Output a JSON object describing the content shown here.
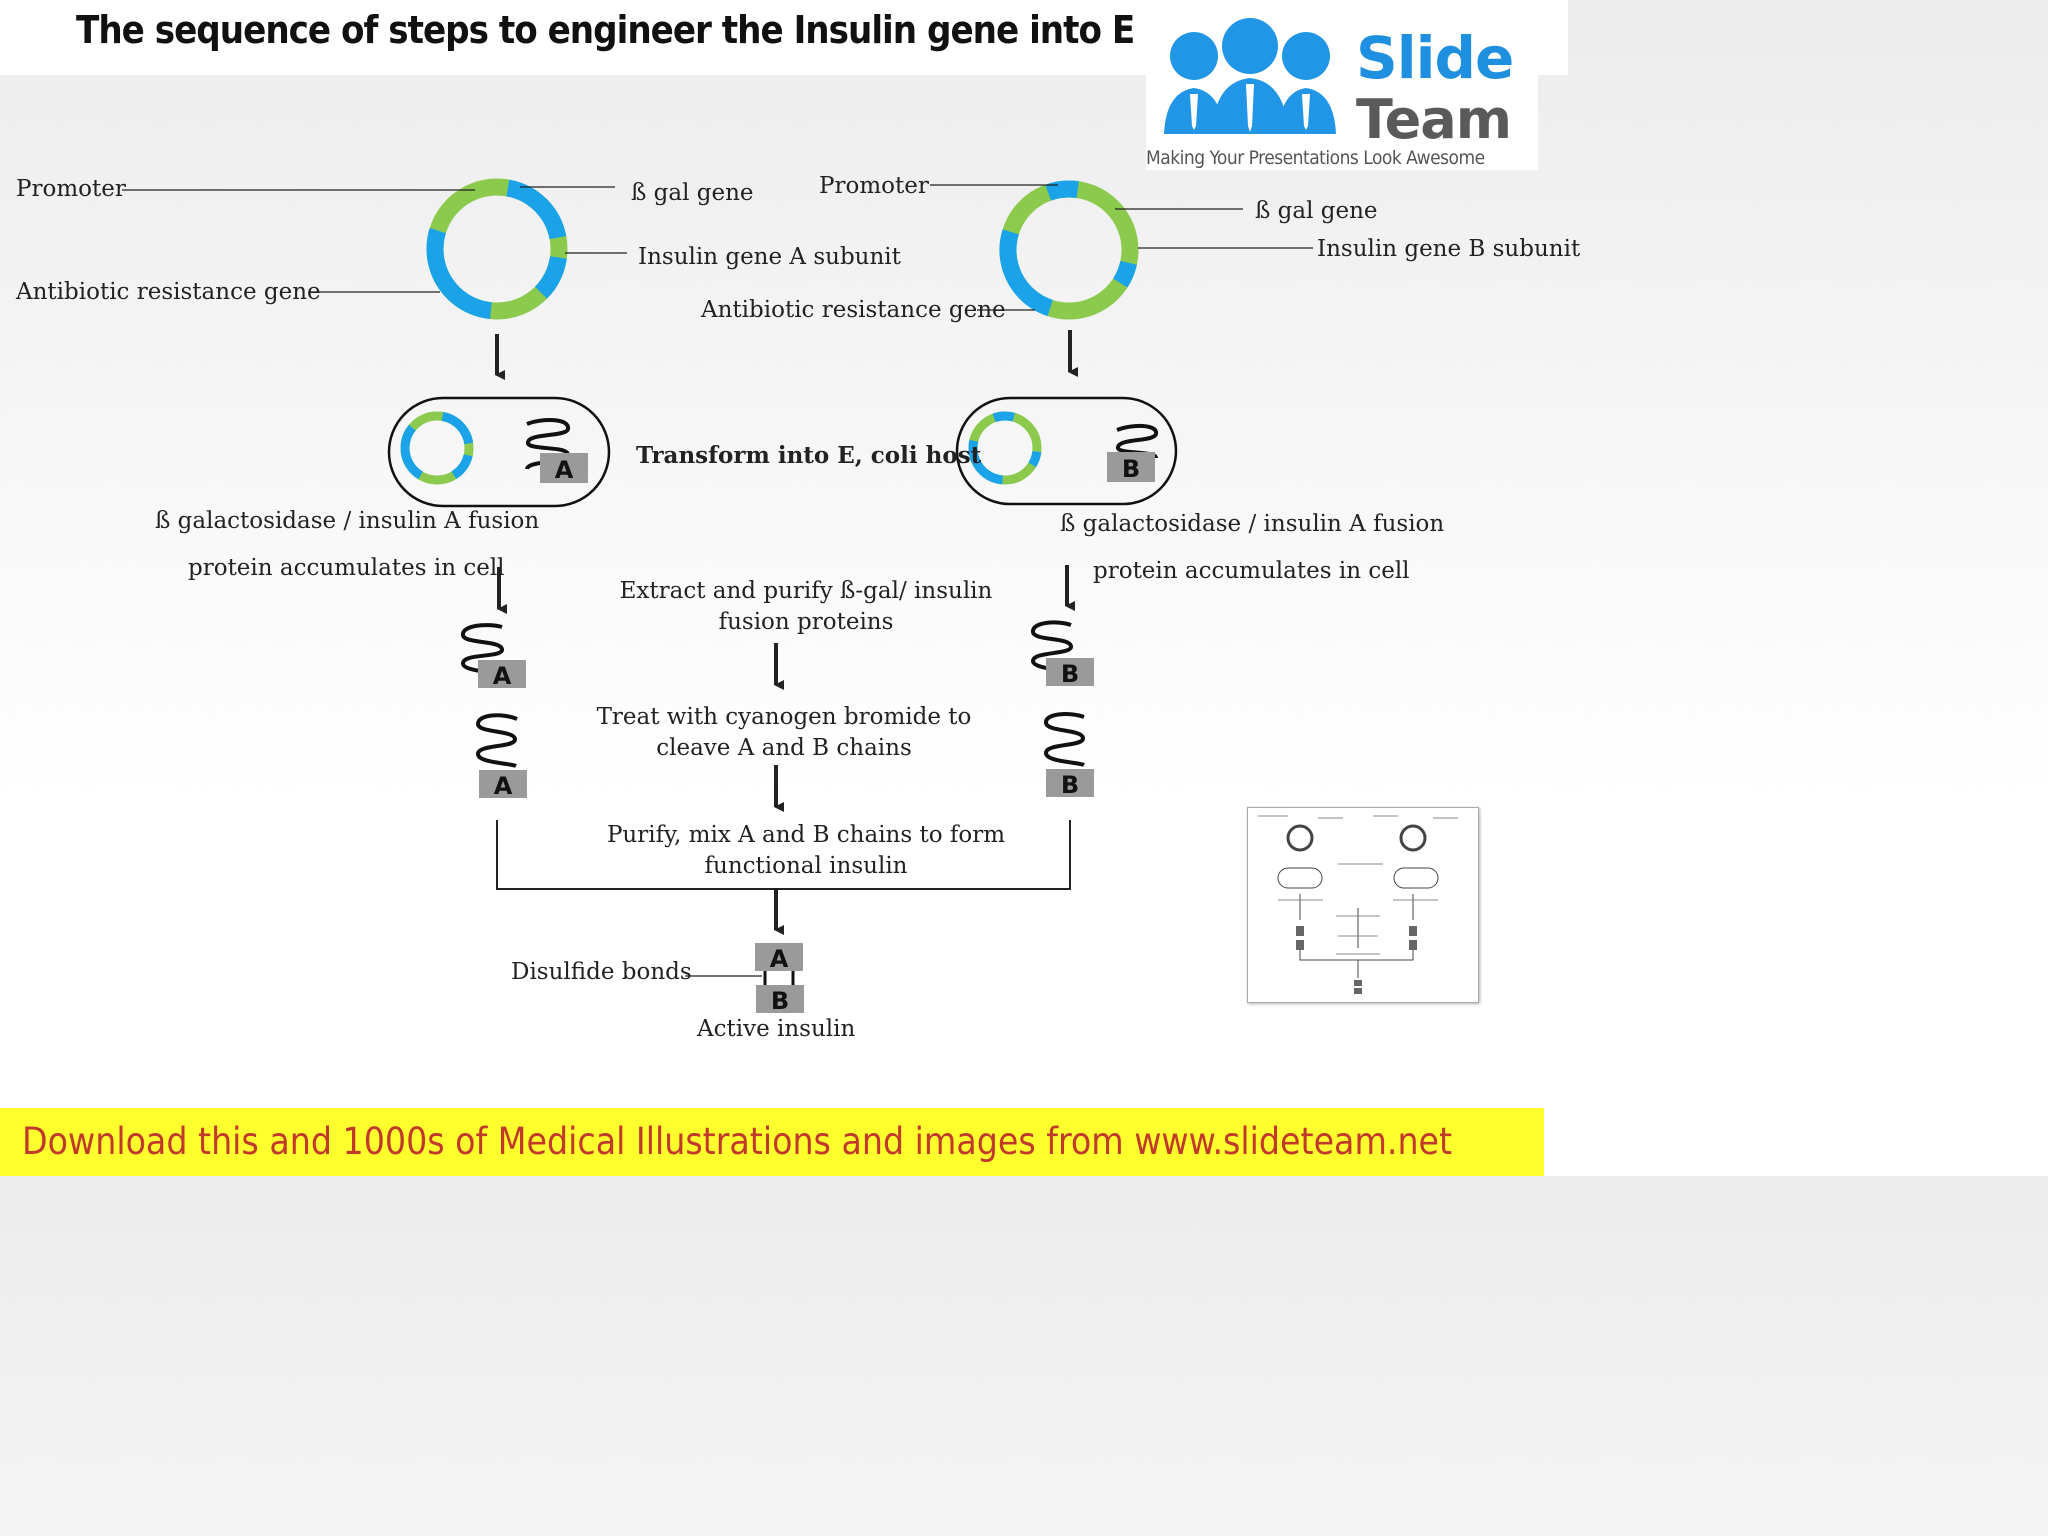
{
  "title": "The sequence of steps to engineer the Insulin gene into E coli cells",
  "logo": {
    "line1": "Slide",
    "line2": "Team",
    "tagline": "Making Your Presentations Look Awesome",
    "brand_color": "#1f8fe0"
  },
  "colors": {
    "segment_blue": "#1aa3e8",
    "segment_green": "#8cca4e",
    "footer_bg": "#ffff2e",
    "footer_text": "#c0392b"
  },
  "left": {
    "promoter": "Promoter",
    "bgal_gene": "ß gal gene",
    "insulin_subunit": "Insulin gene A subunit",
    "antibiotic": "Antibiotic resistance gene",
    "fusion_line1": "ß galactosidase / insulin A fusion",
    "fusion_line2": "protein accumulates in cell",
    "chain_letter": "A"
  },
  "right": {
    "promoter": "Promoter",
    "bgal_gene": "ß gal gene",
    "insulin_subunit": "Insulin gene B subunit",
    "antibiotic": "Antibiotic resistance gene",
    "fusion_line1": "ß galactosidase / insulin A fusion",
    "fusion_line2": "protein accumulates in cell",
    "chain_letter": "B"
  },
  "center": {
    "transform": "Transform into E, coli host",
    "extract_line1": "Extract and purify ß-gal/ insulin",
    "extract_line2": "fusion proteins",
    "treat_line1": "Treat with cyanogen bromide to",
    "treat_line2": "cleave A and B chains",
    "purify_line1": "Purify, mix A and B chains to form",
    "purify_line2": "functional insulin"
  },
  "bottom": {
    "disulfide": "Disulfide bonds",
    "active": "Active insulin",
    "letter_a": "A",
    "letter_b": "B"
  },
  "footer": "Download this and 1000s of Medical Illustrations and images from www.slideteam.net"
}
